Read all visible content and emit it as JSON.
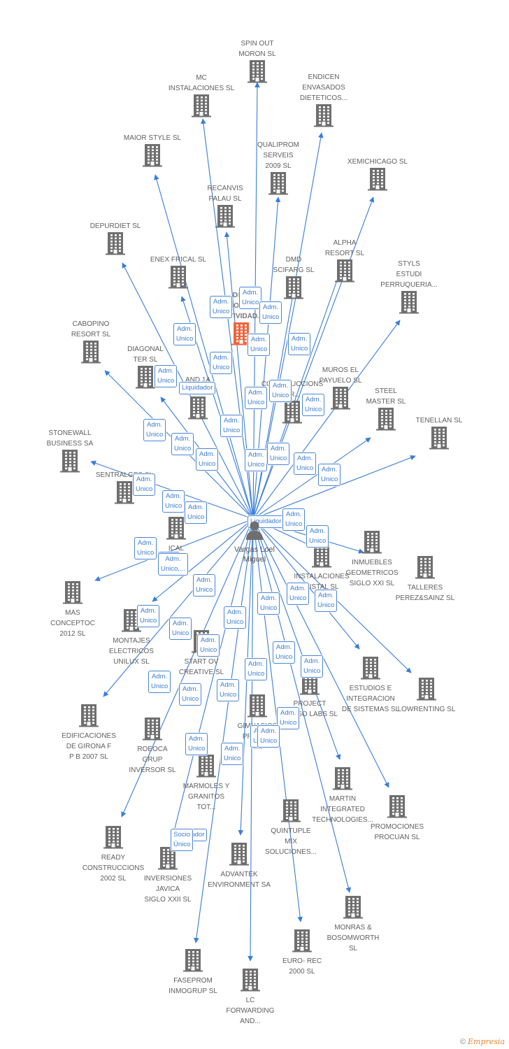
{
  "person": {
    "name": "Vargas Loel\nMiguel",
    "icon": "person-icon"
  },
  "colors": {
    "building": "#6f6f6f",
    "highlight": "#f0643c",
    "edge": "#3a7dd8"
  },
  "footer": {
    "copyright": "©",
    "brand": "Empresia"
  },
  "companies": [
    {
      "id": "spin-out",
      "name": "SPIN OUT\nMORON SL"
    },
    {
      "id": "mc-instalaciones",
      "name": "MC\nINSTALACIONES SL"
    },
    {
      "id": "endicen",
      "name": "ENDICEN\nENVASADOS\nDIETETICOS..."
    },
    {
      "id": "maior-style",
      "name": "MAIOR STYLE SL"
    },
    {
      "id": "qualiprom",
      "name": "QUALIPROM\nSERVEIS\n2009 SL"
    },
    {
      "id": "xemichicago",
      "name": "XEMICHICAGO SL"
    },
    {
      "id": "recanvis",
      "name": "RECANVIS\nPALAU SL"
    },
    {
      "id": "depurdiet",
      "name": "DEPURDIET SL"
    },
    {
      "id": "alpha-resort",
      "name": "ALPHA\nRESORT SL"
    },
    {
      "id": "enex-frical",
      "name": "ENEX FRICAL SL"
    },
    {
      "id": "dmd-scifarg",
      "name": "DMD\nSCIFARG SL"
    },
    {
      "id": "styls-estudi",
      "name": "STYLS\nESTUDI\nPERRUQUERIA..."
    },
    {
      "id": "dinamica",
      "name": "DINA\nCONSU\nACTIVIDAD...",
      "highlight": true
    },
    {
      "id": "cabopino",
      "name": "CABOPINO\nRESORT SL"
    },
    {
      "id": "diagonal-ter",
      "name": "DIAGONAL\nTER SL"
    },
    {
      "id": "muros-el-payuelo",
      "name": "MUROS EL\nPAYUELO SL"
    },
    {
      "id": "construccions",
      "name": "CONSTRUCCIONS\nGR..."
    },
    {
      "id": "steel-master",
      "name": "STEEL\nMASTER SL"
    },
    {
      "id": "and-1a",
      "name": "AND 1A\nSA"
    },
    {
      "id": "tenellan",
      "name": "TENELLAN SL"
    },
    {
      "id": "stonewall",
      "name": "STONEWALL\nBUSINESS SA"
    },
    {
      "id": "sentralges",
      "name": "SENTRALGES SL"
    },
    {
      "id": "ical",
      "name": "ICAL\nIGUEZ\nANT"
    },
    {
      "id": "inmuebles-geometricos",
      "name": "INMUEBLES\nGEOMETRICOS\nSIGLO XXI SL"
    },
    {
      "id": "instalaciones-nistal",
      "name": "INSTALACIONES\nNISTAL SL"
    },
    {
      "id": "talleres",
      "name": "TALLERES\nPEREZ&SAINZ SL"
    },
    {
      "id": "mas-conceptoc",
      "name": "MAS\nCONCEPTOC\n2012 SL"
    },
    {
      "id": "montajes",
      "name": "MONTAJES\nELECTRICOS\nUNILUX SL"
    },
    {
      "id": "start-ov",
      "name": "START OV\nCREATIVE SL"
    },
    {
      "id": "estudios-integracion",
      "name": "ESTUDIOS E\nINTEGRACION\nDE SISTEMAS SL"
    },
    {
      "id": "lowrenting",
      "name": "LOWRENTING SL"
    },
    {
      "id": "project-amuso",
      "name": "PROJECT\nAMUSO LABS SL"
    },
    {
      "id": "edificaciones",
      "name": "EDIFICACIONES\nDE GIRONA F\nP B 2007 SL"
    },
    {
      "id": "roeoca",
      "name": "ROEOCA\nGRUP\nINVERSOR SL"
    },
    {
      "id": "gimnasios",
      "name": "GIMNASIOS\nPROYEC\nY..."
    },
    {
      "id": "marmoles",
      "name": "MARMOLES Y\nGRANITOS\nTOT..."
    },
    {
      "id": "martin-integrated",
      "name": "MARTIN\nINTEGRATED\nTECHNOLOGIES..."
    },
    {
      "id": "promociones-procuan",
      "name": "PROMOCIONES\nPROCUAN SL"
    },
    {
      "id": "ready-construccions",
      "name": "READY\nCONSTRUCCIONS\n2002 SL"
    },
    {
      "id": "quintuple",
      "name": "QUINTUPLE\nMIX\nSOLUCIONES..."
    },
    {
      "id": "inversiones-javica",
      "name": "INVERSIONES\nJAVICA\nSIGLO XXII SL"
    },
    {
      "id": "advantek",
      "name": "ADVANTEK\nENVIRONMENT SA"
    },
    {
      "id": "monras",
      "name": "MONRAS &\nBOSOMWORTH\nSL"
    },
    {
      "id": "euro-rec",
      "name": "EURO- REC\n2000 SL"
    },
    {
      "id": "faseprom",
      "name": "FASEPROM\nINMOGRUP SL"
    },
    {
      "id": "lc-forwarding",
      "name": "LC\nFORWARDING\nAND..."
    }
  ],
  "roles": [
    "Adm.\nUnico",
    "Adm.\nUnico",
    "Adm.\nUnico",
    "Adm.\nUnico",
    "Adm.\nUnico",
    "Adm.\nUnico",
    "Adm.\nUnico",
    "Adm.\nUnico",
    "Liquidador",
    "Adm.\nUnico",
    "Adm.\nUnico",
    "Adm.\nUnico",
    "Adm.\nUnico",
    "Adm.\nUnico",
    "Adm.\nUnico",
    "Adm.\nUnico",
    "Adm.\nUnico",
    "Adm.\nUnico",
    "Adm.\nUnico",
    "Adm.\nUnico",
    "Adm.\nUnico",
    "Adm.\nUnico",
    "Adm.\nUnico",
    "Adm.\nUnico",
    "Adm.\nUnico",
    "Liquidador",
    "Adm.\nUnico",
    "Adm.\nUnico",
    "Adm.\nUnico",
    "Adm.\nUnico,...",
    "Adm.\nUnico",
    "Adm.\nUnico",
    "Adm.\nUnico",
    "Adm.\nUnico",
    "Adm.\nUnico",
    "Adm.\nUnico",
    "Adm.\nUnico",
    "Adm.\nUnico",
    "Adm.\nUnico",
    "Adm.\nUnico",
    "Adm.\nUnico",
    "Adm.\nUnico",
    "Adm.\nUnico",
    "Adm.\nUnico",
    "Adm.\nUnico",
    "Adm.\nUnico",
    "Adm.\nUnico",
    "Liquidador",
    "Adm.\nUnico",
    "Socio\nÚnico"
  ]
}
